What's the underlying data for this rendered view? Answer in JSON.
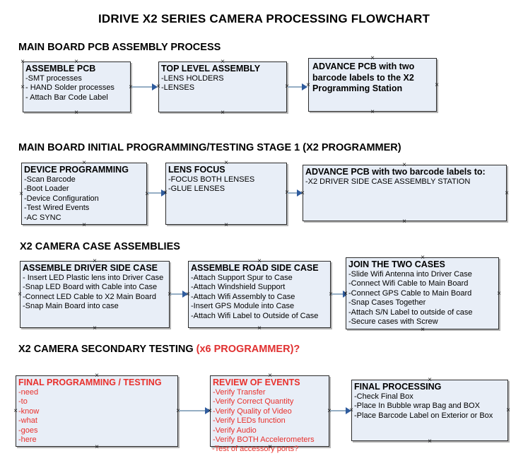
{
  "document": {
    "title": "IDRIVE X2  SERIES CAMERA PROCESSING FLOWCHART",
    "accent_color": "#e8302c",
    "box_fill": "#e8eef7",
    "box_border": "#2b2b2b",
    "connector_color": "#95aec4",
    "arrow_color": "#2f5c9e"
  },
  "sections": [
    {
      "heading": "MAIN BOARD PCB ASSEMBLY PROCESS",
      "heading_accent": "",
      "boxes": [
        {
          "title": "ASSEMBLE PCB",
          "lines": [
            "-SMT processes",
            "- HAND Solder processes",
            "- Attach Bar Code Label"
          ]
        },
        {
          "title": "TOP LEVEL ASSEMBLY",
          "lines": [
            "-LENS HOLDERS",
            "-LENSES"
          ]
        },
        {
          "title": "ADVANCE PCB with two\nbarcode labels to the\n X2 Programming Station",
          "lines": []
        }
      ]
    },
    {
      "heading": "MAIN BOARD INITIAL PROGRAMMING/TESTING STAGE 1 (X2 PROGRAMMER)",
      "heading_accent": "",
      "boxes": [
        {
          "title": "DEVICE PROGRAMMING",
          "lines": [
            "-Scan Barcode",
            "-Boot Loader",
            "-Device Configuration",
            "-Test Wired Events",
            "-AC SYNC"
          ]
        },
        {
          "title": "LENS FOCUS",
          "lines": [
            "-FOCUS BOTH LENSES",
            "-GLUE LENSES"
          ]
        },
        {
          "title": "ADVANCE PCB with two barcode labels to:",
          "lines": [
            "-X2 DRIVER  SIDE  CASE  ASSEMBLY STATION"
          ]
        }
      ]
    },
    {
      "heading": "X2 CAMERA CASE ASSEMBLIES",
      "heading_accent": "",
      "boxes": [
        {
          "title": "ASSEMBLE DRIVER SIDE CASE",
          "lines": [
            "- Insert LED Plastic lens into Driver Case",
            "-Snap LED Board with Cable into Case",
            "-Connect LED Cable to X2 Main Board",
            "-Snap Main Board into case"
          ]
        },
        {
          "title": "ASSEMBLE ROAD SIDE CASE",
          "lines": [
            "-Attach Support Spur to Case",
            "-Attach Windshield Support",
            "-Attach Wifi Assembly to Case",
            "-Insert GPS Module into Case",
            "-Attach Wifi Label to Outside of Case"
          ]
        },
        {
          "title": "JOIN THE TWO CASES",
          "lines": [
            "-Slide Wifi Antenna into Driver Case",
            "-Connect Wifi Cable to Main Board",
            "-Connect GPS Cable to Main Board",
            "-Snap Cases Together",
            "-Attach S/N Label to outside of case",
            "-Secure cases with Screw"
          ]
        }
      ]
    },
    {
      "heading": "X2 CAMERA SECONDARY TESTING ",
      "heading_accent": "(x6 PROGRAMMER)?",
      "boxes": [
        {
          "title": "FINAL PROGRAMMING / TESTING",
          "lines": [
            "-need",
            "-to",
            "-know",
            "-what",
            "-goes",
            "-here"
          ]
        },
        {
          "title": "REVIEW OF EVENTS",
          "lines": [
            "-Verify Transfer",
            "-Verify Correct Quantity",
            "-Verify Quality of Video",
            "-Verify LEDs function",
            "-Verify Audio",
            "-Verify BOTH Accelerometers"
          ],
          "overflow_line": "-Test of accessory ports?"
        },
        {
          "title": "FINAL PROCESSING",
          "lines": [
            " -Check Final Box",
            "-Place In Bubble wrap Bag and BOX",
            "-Place Barcode Label on Exterior or Box"
          ]
        }
      ]
    }
  ]
}
